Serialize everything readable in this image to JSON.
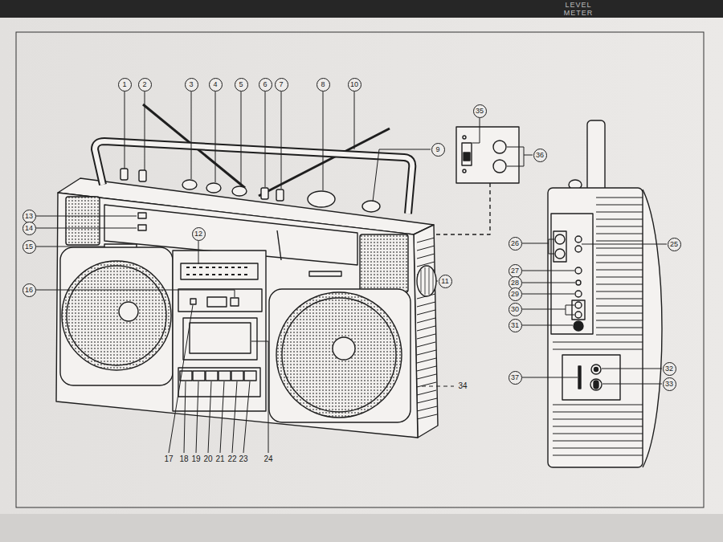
{
  "diagram": {
    "labels": [
      "LEVEL",
      "METER",
      "1",
      "2",
      "3",
      "4",
      "5",
      "6",
      "7",
      "8",
      "10",
      "9",
      "35",
      "36",
      "13",
      "14",
      "15",
      "12",
      "16",
      "11",
      "17",
      "18",
      "19",
      "20",
      "21",
      "22",
      "23",
      "24",
      "34",
      "26",
      "25",
      "27",
      "28",
      "29",
      "30",
      "31",
      "37",
      "32",
      "33"
    ]
  }
}
